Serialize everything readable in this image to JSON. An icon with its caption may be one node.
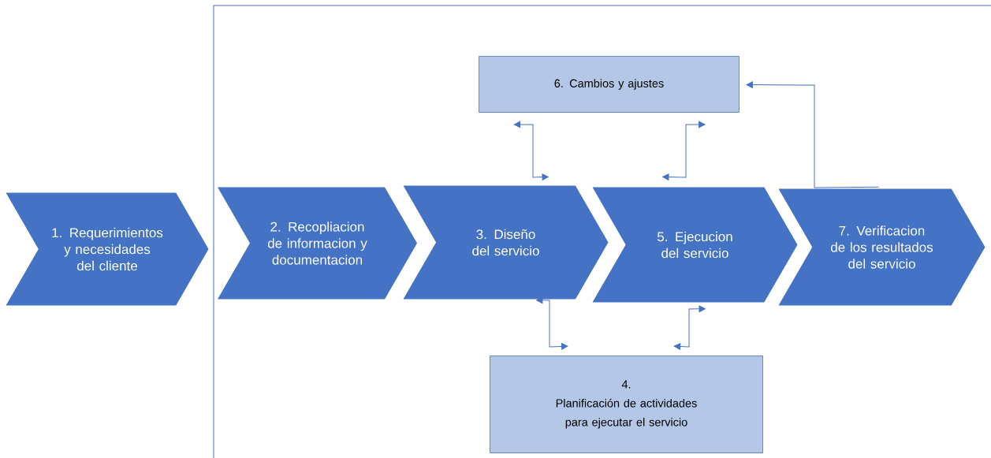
{
  "diagram": {
    "nodes": [
      {
        "text": [],
        "shape": "box"
      },
      {
        "text": [
          "1. Requerimientos y necesidades del cliente"
        ]
      },
      {
        "text": [
          "2. Recopliacion de informacion y documentacion"
        ],
        "in": 0
      },
      {
        "text": [
          "3. Diseño del servicio"
        ],
        "in": 0
      },
      {
        "text": [
          "4.",
          "Planificación de actividades para ejecutar el servicio"
        ],
        "in": 0
      },
      {
        "text": [
          "5. Ejecucion del servicio"
        ],
        "in": 0
      },
      {
        "text": [
          "6. Cambios y ajustes"
        ],
        "in": 0
      },
      {
        "text": [
          "7. Verificacion de los resultados del servicio"
        ],
        "in": 0
      }
    ],
    "edges": [
      {
        "from": 3,
        "to": 6,
        "arrow": "both"
      },
      {
        "from": 5,
        "to": 6,
        "arrow": "both"
      },
      {
        "from": 3,
        "to": 4,
        "arrow": "both"
      },
      {
        "from": 5,
        "to": 4,
        "arrow": "both"
      },
      {
        "from": 7,
        "to": 6,
        "arrow": "to"
      }
    ]
  }
}
